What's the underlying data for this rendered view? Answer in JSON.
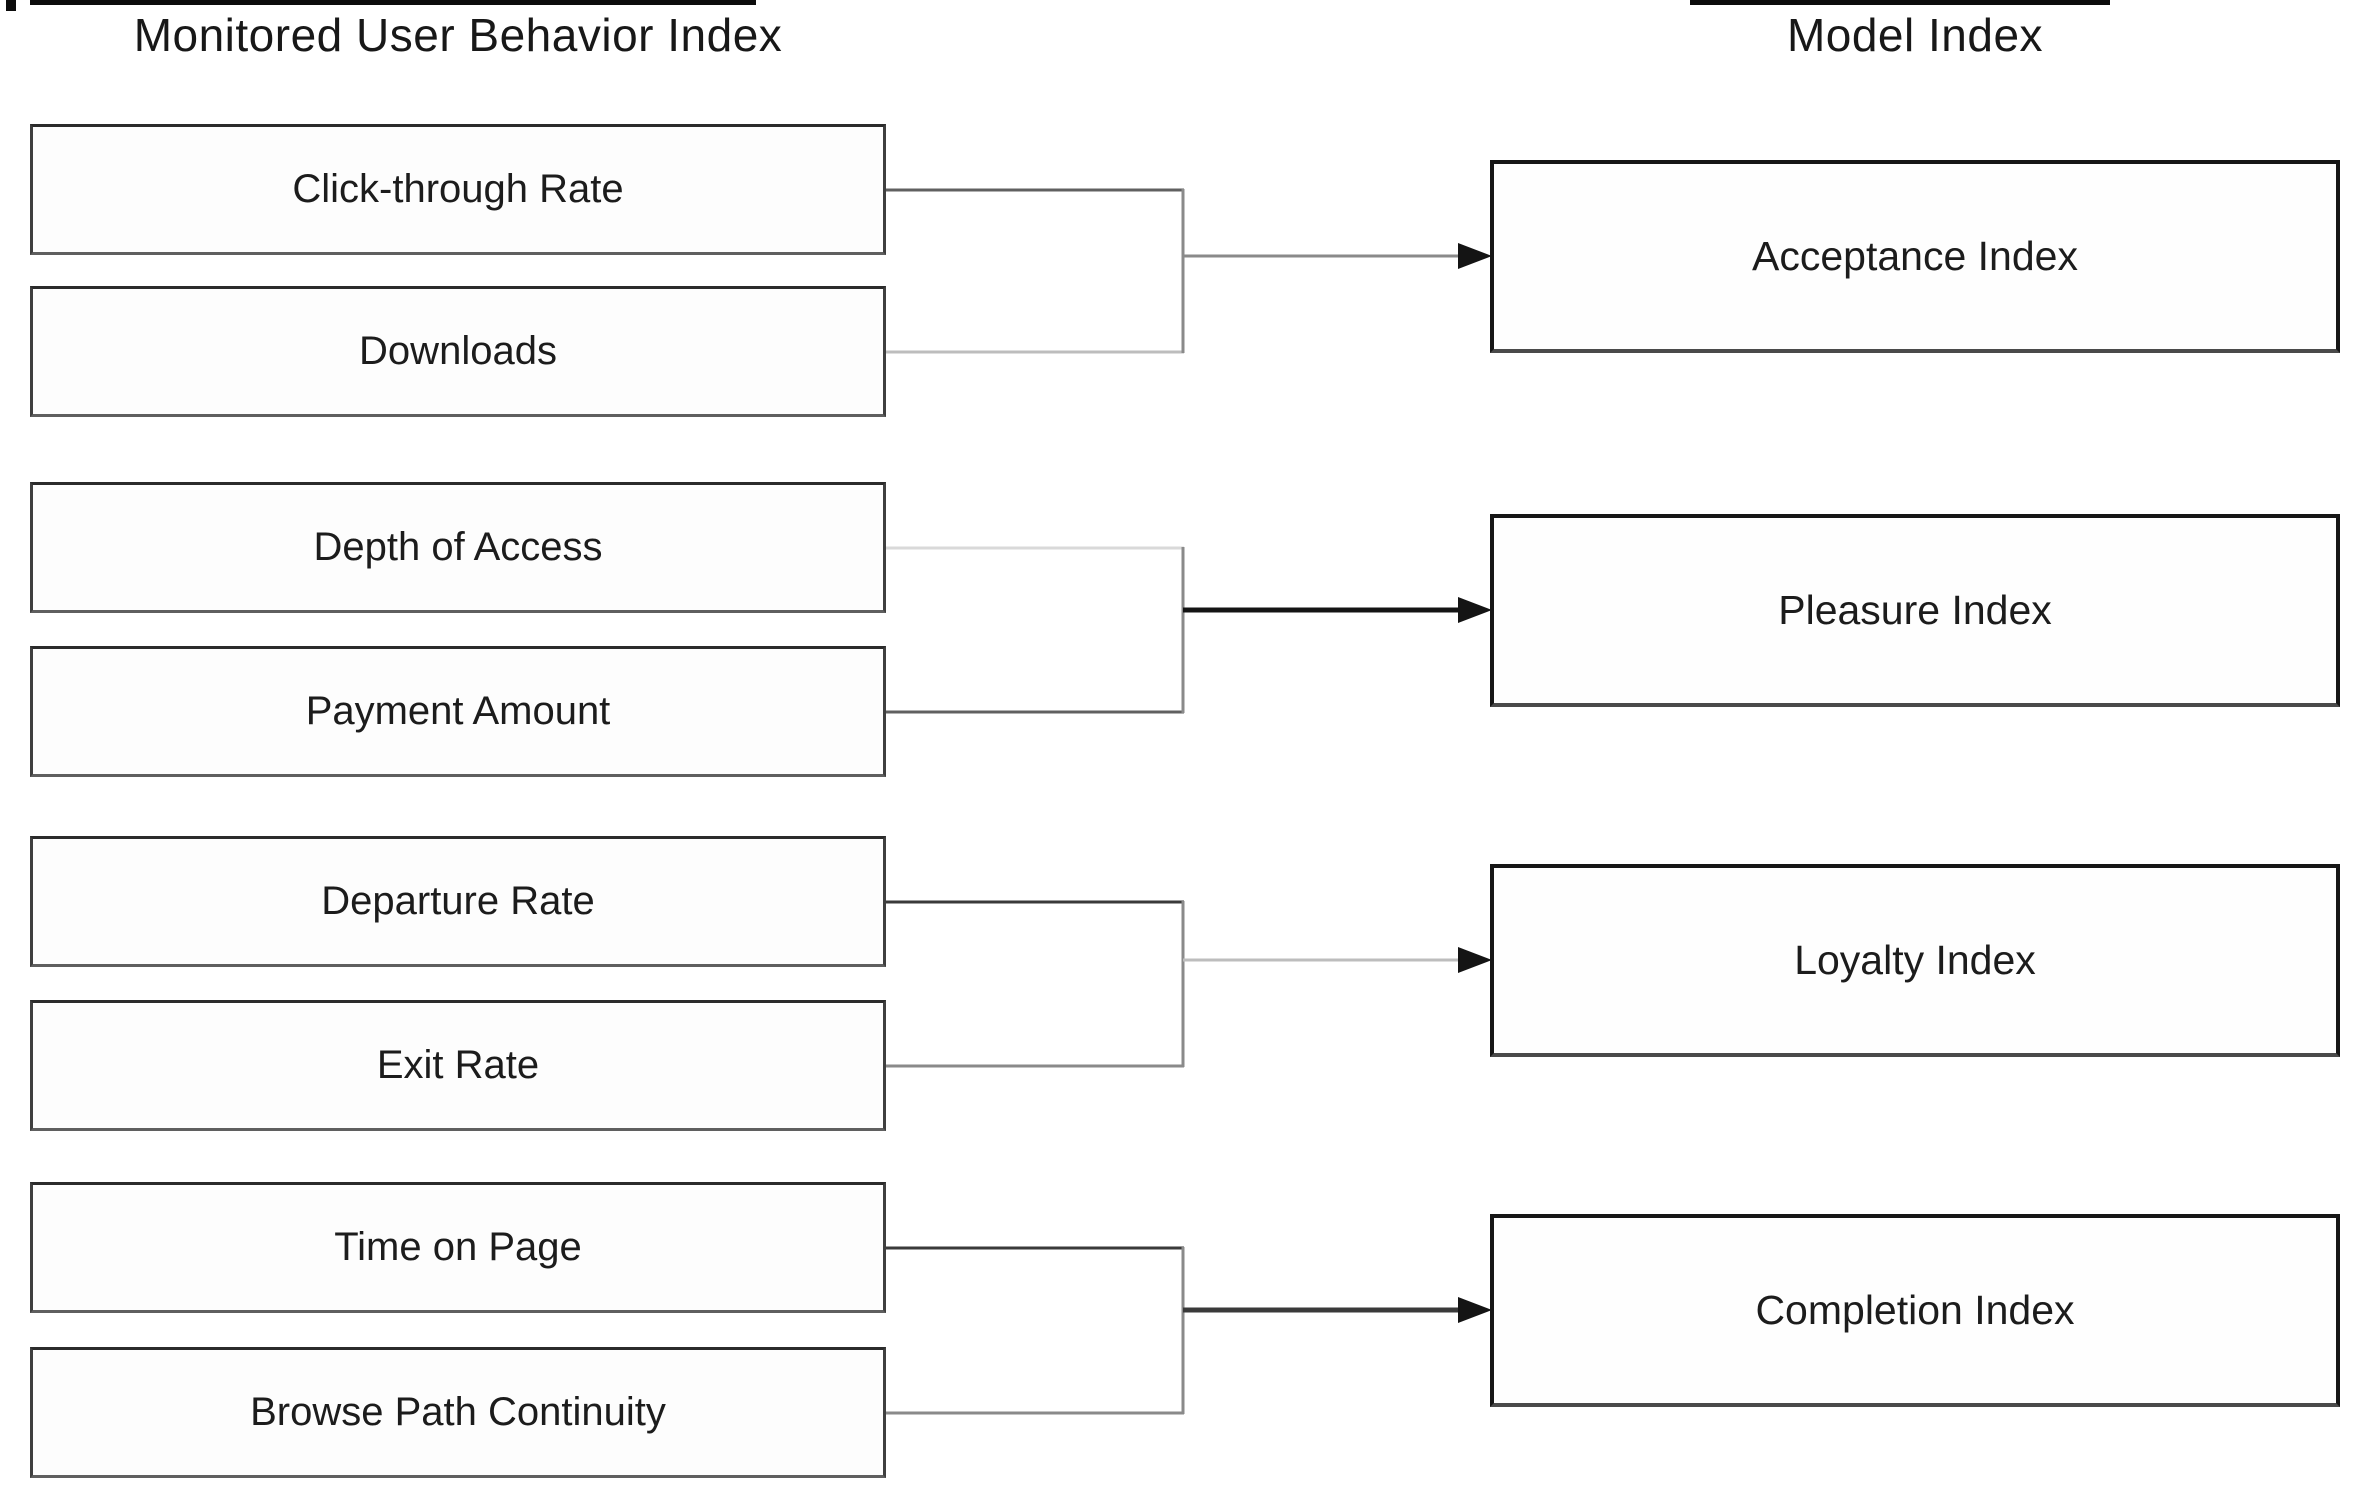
{
  "diagram": {
    "left_column_title": "Monitored User Behavior Index",
    "right_column_title": "Model Index",
    "behavior_metrics": [
      "Click-through Rate",
      "Downloads",
      "Depth of Access",
      "Payment Amount",
      "Departure Rate",
      "Exit Rate",
      "Time on Page",
      "Browse Path Continuity"
    ],
    "model_indices": [
      "Acceptance Index",
      "Pleasure Index",
      "Loyalty Index",
      "Completion Index"
    ],
    "mappings": [
      {
        "sources": [
          "Click-through Rate",
          "Downloads"
        ],
        "target": "Acceptance Index"
      },
      {
        "sources": [
          "Depth of Access",
          "Payment Amount"
        ],
        "target": "Pleasure Index"
      },
      {
        "sources": [
          "Departure Rate",
          "Exit Rate"
        ],
        "target": "Loyalty Index"
      },
      {
        "sources": [
          "Time on Page",
          "Browse Path Continuity"
        ],
        "target": "Completion Index"
      }
    ]
  },
  "palette": {
    "background": "#ffffff",
    "ink": "#141414",
    "line_dark": "#3a3a3a",
    "line_mid_dark": "#606060",
    "line_mid": "#8a8a8a",
    "line_light": "#bdbdbd",
    "line_xlight": "#d9d9d9"
  }
}
